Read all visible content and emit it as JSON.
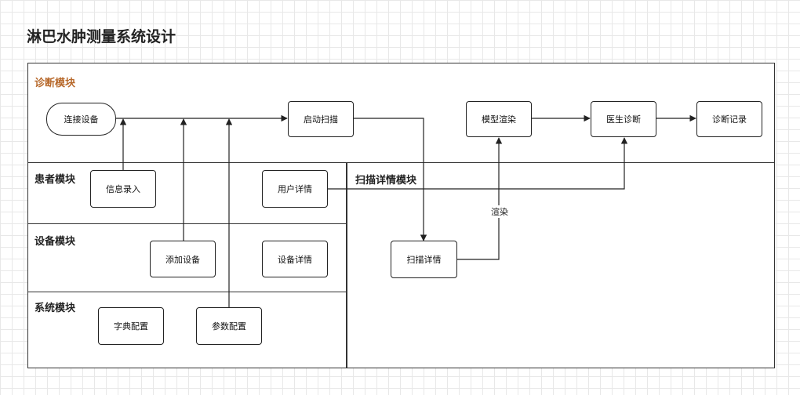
{
  "title": "淋巴水肿测量系统设计",
  "sections": {
    "diagnosis": "诊断模块",
    "patient": "患者模块",
    "device": "设备模块",
    "system": "系统模块",
    "scan_detail": "扫描详情模块"
  },
  "nodes": {
    "connect_device": "连接设备",
    "start_scan": "启动扫描",
    "model_render": "模型渲染",
    "doctor_diagnosis": "医生诊断",
    "diagnosis_record": "诊断记录",
    "info_entry": "信息录入",
    "user_detail": "用户详情",
    "add_device": "添加设备",
    "device_detail": "设备详情",
    "dict_config": "字典配置",
    "param_config": "参数配置",
    "scan_detail": "扫描详情"
  },
  "edge_labels": {
    "render": "渲染"
  },
  "colors": {
    "accent_section": "#b7682a",
    "line": "#333333",
    "grid": "#e8e8e8"
  }
}
